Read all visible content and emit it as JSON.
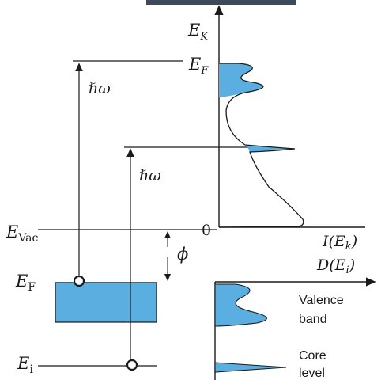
{
  "palette": {
    "fill": "#5aaee0",
    "stroke": "#1a1a1a",
    "photo_strip": "#3b4a5c"
  },
  "labels": {
    "ek_main": "E",
    "ek_sub": "K",
    "ef_top_main": "E",
    "ef_top_sub": "F",
    "zero": "0",
    "hw1": "ℏω",
    "hw2": "ℏω",
    "evac_main": "E",
    "evac_sub": "Vac",
    "phi": "ϕ",
    "ef_left_main": "E",
    "ef_left_sub": "F",
    "ei_main": "E",
    "ei_sub": "i",
    "intensity_axis": "I(E",
    "intensity_axis_sub": "k",
    "intensity_axis_close": ")",
    "dos_axis": "D(E",
    "dos_axis_sub": "i",
    "dos_axis_close": ")",
    "valence_line1": "Valence",
    "valence_line2": "band",
    "core_line1": "Core",
    "core_line2": "level"
  }
}
